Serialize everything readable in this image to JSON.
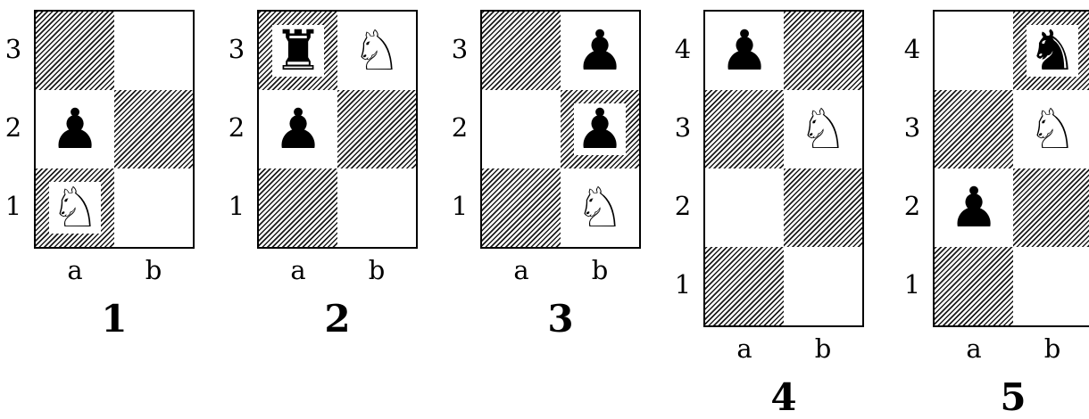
{
  "diagrams": [
    {
      "number": "1",
      "files": [
        "a",
        "b"
      ],
      "ranks": [
        "3",
        "2",
        "1"
      ],
      "rows": [
        [
          {
            "shade": "dark",
            "piece": ""
          },
          {
            "shade": "light",
            "piece": ""
          }
        ],
        [
          {
            "shade": "light",
            "piece": "black-pawn",
            "glyph": "♟"
          },
          {
            "shade": "dark",
            "piece": ""
          }
        ],
        [
          {
            "shade": "dark",
            "piece": "white-knight",
            "glyph": "♘"
          },
          {
            "shade": "light",
            "piece": ""
          }
        ]
      ]
    },
    {
      "number": "2",
      "files": [
        "a",
        "b"
      ],
      "ranks": [
        "3",
        "2",
        "1"
      ],
      "rows": [
        [
          {
            "shade": "dark",
            "piece": "black-rook",
            "glyph": "♜"
          },
          {
            "shade": "light",
            "piece": "white-knight",
            "glyph": "♘"
          }
        ],
        [
          {
            "shade": "light",
            "piece": "black-pawn",
            "glyph": "♟"
          },
          {
            "shade": "dark",
            "piece": ""
          }
        ],
        [
          {
            "shade": "dark",
            "piece": ""
          },
          {
            "shade": "light",
            "piece": ""
          }
        ]
      ]
    },
    {
      "number": "3",
      "files": [
        "a",
        "b"
      ],
      "ranks": [
        "3",
        "2",
        "1"
      ],
      "rows": [
        [
          {
            "shade": "dark",
            "piece": ""
          },
          {
            "shade": "light",
            "piece": "black-pawn",
            "glyph": "♟"
          }
        ],
        [
          {
            "shade": "light",
            "piece": ""
          },
          {
            "shade": "dark",
            "piece": "black-pawn",
            "glyph": "♟"
          }
        ],
        [
          {
            "shade": "dark",
            "piece": ""
          },
          {
            "shade": "light",
            "piece": "white-knight",
            "glyph": "♘"
          }
        ]
      ]
    },
    {
      "number": "4",
      "files": [
        "a",
        "b"
      ],
      "ranks": [
        "4",
        "3",
        "2",
        "1"
      ],
      "rows": [
        [
          {
            "shade": "light",
            "piece": "black-pawn",
            "glyph": "♟"
          },
          {
            "shade": "dark",
            "piece": ""
          }
        ],
        [
          {
            "shade": "dark",
            "piece": ""
          },
          {
            "shade": "light",
            "piece": "white-knight",
            "glyph": "♘"
          }
        ],
        [
          {
            "shade": "light",
            "piece": ""
          },
          {
            "shade": "dark",
            "piece": ""
          }
        ],
        [
          {
            "shade": "dark",
            "piece": ""
          },
          {
            "shade": "light",
            "piece": ""
          }
        ]
      ]
    },
    {
      "number": "5",
      "files": [
        "a",
        "b"
      ],
      "ranks": [
        "4",
        "3",
        "2",
        "1"
      ],
      "rows": [
        [
          {
            "shade": "light",
            "piece": ""
          },
          {
            "shade": "dark",
            "piece": "black-knight",
            "glyph": "♞"
          }
        ],
        [
          {
            "shade": "dark",
            "piece": ""
          },
          {
            "shade": "light",
            "piece": "white-knight",
            "glyph": "♘"
          }
        ],
        [
          {
            "shade": "light",
            "piece": "black-pawn",
            "glyph": "♟"
          },
          {
            "shade": "dark",
            "piece": ""
          }
        ],
        [
          {
            "shade": "dark",
            "piece": ""
          },
          {
            "shade": "light",
            "piece": ""
          }
        ]
      ]
    }
  ]
}
